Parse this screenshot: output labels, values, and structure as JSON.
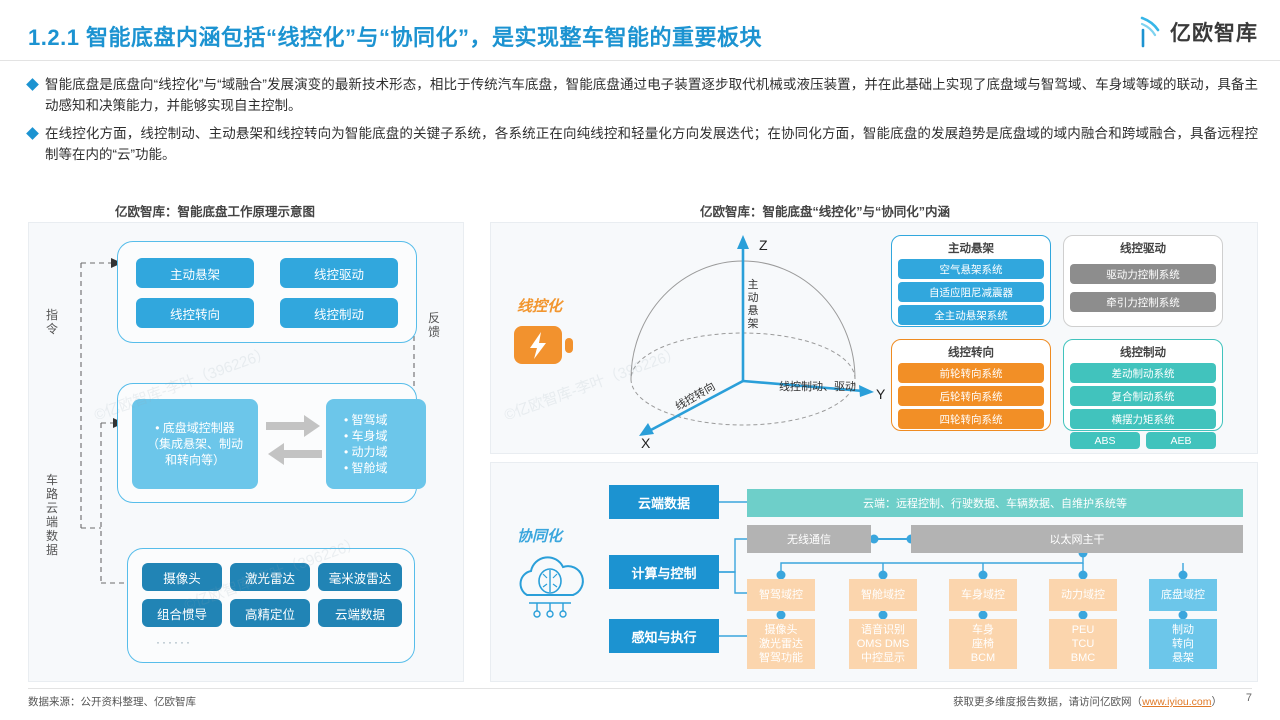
{
  "header": {
    "title": "1.2.1 智能底盘内涵包括“线控化”与“协同化”，是实现整车智能的重要板块",
    "logo_text": "亿欧智库",
    "accent_color": "#1c93d1"
  },
  "bullets": [
    "智能底盘是底盘向“线控化”与“域融合”发展演变的最新技术形态，相比于传统汽车底盘，智能底盘通过电子装置逐步取代机械或液压装置，并在此基础上实现了底盘域与智驾域、车身域等域的联动，具备主动感知和决策能力，并能够实现自主控制。",
    "在线控化方面，线控制动、主动悬架和线控转向为智能底盘的关键子系统，各系统正在向纯线控和轻量化方向发展迭代；在协同化方面，智能底盘的发展趋势是底盘域的域内融合和跨域融合，具备远程控制等在内的“云”功能。"
  ],
  "left_panel": {
    "caption": "亿欧智库：智能底盘工作原理示意图",
    "side_labels": {
      "command": "指令",
      "feedback": "反馈",
      "cloud_data": "车路云端数据"
    },
    "actuator_group": [
      "主动悬架",
      "线控驱动",
      "线控转向",
      "线控制动"
    ],
    "controller": "•  底盘域控制器\n（集成悬架、制动\n和转向等）",
    "controller_line1": "•  底盘域控制器",
    "controller_line2": "（集成悬架、制动",
    "controller_line3": "和转向等）",
    "domains": [
      "• 智驾域",
      "• 车身域",
      "• 动力域",
      "• 智舱域"
    ],
    "sensors": [
      "摄像头",
      "激光雷达",
      "毫米波雷达",
      "组合惯导",
      "高精定位",
      "云端数据"
    ],
    "ellipsis": "······"
  },
  "right_panel": {
    "caption": "亿欧智库：智能底盘“线控化”与“协同化”内涵",
    "wire_control": {
      "mode_label": "线控化",
      "icon": "battery-bolt-icon",
      "axes": {
        "z": "Z",
        "y": "Y",
        "x": "X"
      },
      "axis_z_text": "主动悬架",
      "axis_y_text": "线控制动、驱动",
      "axis_x_text": "线控转向",
      "groups": [
        {
          "title": "主动悬架",
          "style": "blue",
          "items": [
            "空气悬架系统",
            "自适应阻尼减震器",
            "全主动悬架系统"
          ]
        },
        {
          "title": "线控驱动",
          "style": "grey",
          "items": [
            "驱动力控制系统",
            "牵引力控制系统"
          ]
        },
        {
          "title": "线控转向",
          "style": "orange",
          "items": [
            "前轮转向系统",
            "后轮转向系统",
            "四轮转向系统"
          ]
        },
        {
          "title": "线控制动",
          "style": "teal",
          "items": [
            "差动制动系统",
            "复合制动系统",
            "横摆力矩系统"
          ],
          "row_items": [
            "ABS",
            "AEB"
          ]
        }
      ]
    },
    "collaboration": {
      "mode_label": "协同化",
      "icon": "cloud-brain-icon",
      "layers": [
        "云端数据",
        "计算与控制",
        "感知与执行"
      ],
      "cloud_bar": "云端：远程控制、行驶数据、车辆数据、自维护系统等",
      "network_bars": [
        "无线通信",
        "以太网主干"
      ],
      "domain_controllers": [
        {
          "name": "智驾域控",
          "style": "peach",
          "details": "摄像头\n激光雷达\n智驾功能",
          "d1": "摄像头",
          "d2": "激光雷达",
          "d3": "智驾功能"
        },
        {
          "name": "智舱域控",
          "style": "peach",
          "details": "语音识别\nOMS DMS\n中控显示",
          "d1": "语音识别",
          "d2": "OMS DMS",
          "d3": "中控显示"
        },
        {
          "name": "车身域控",
          "style": "peach",
          "details": "车身\n座椅\nBCM",
          "d1": "车身",
          "d2": "座椅",
          "d3": "BCM"
        },
        {
          "name": "动力域控",
          "style": "peach",
          "details": "PEU\nTCU\nBMC",
          "d1": "PEU",
          "d2": "TCU",
          "d3": "BMC"
        },
        {
          "name": "底盘域控",
          "style": "blue",
          "details": "制动\n转向\n悬架",
          "d1": "制动",
          "d2": "转向",
          "d3": "悬架"
        }
      ]
    }
  },
  "footer": {
    "source": "数据来源：公开资料整理、亿欧智库",
    "more_prefix": "获取更多维度报告数据，请访问亿欧网（",
    "link": "www.iyiou.com",
    "more_suffix": "）",
    "page_number": "7"
  },
  "watermarks": [
    "©亿欧智库-李叶（396226）",
    "©亿欧智库-李叶（396226）",
    "©亿欧智库-李叶（396226）"
  ]
}
